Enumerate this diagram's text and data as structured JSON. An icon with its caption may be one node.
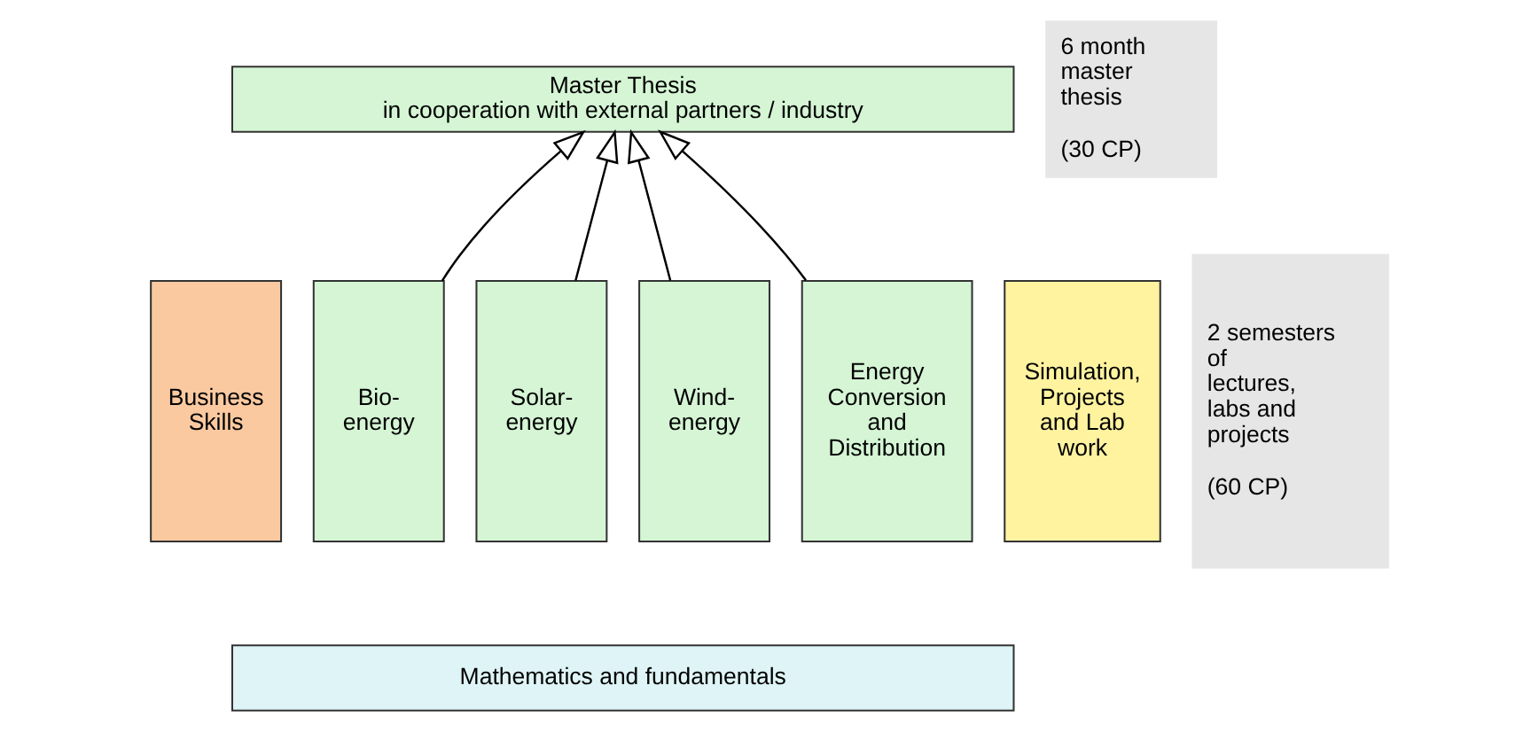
{
  "diagram": {
    "nodes": [
      {
        "text": [
          "Master Thesis",
          "in cooperation with external partners / industry"
        ]
      },
      {
        "text": [
          "Business Skills"
        ]
      },
      {
        "text": [
          "Bio-energy"
        ]
      },
      {
        "text": [
          "Solar-energy"
        ]
      },
      {
        "text": [
          "Wind-energy"
        ]
      },
      {
        "text": [
          "Energy Conversion and Distribution"
        ]
      },
      {
        "text": [
          "Simulation, Projects and Lab work"
        ]
      },
      {
        "text": [
          "Mathematics and fundamentals"
        ]
      },
      {
        "text": [
          "6 month master thesis",
          "(30 CP)"
        ]
      },
      {
        "text": [
          "2 semesters of lectures, labs and projects",
          "(60 CP)"
        ]
      }
    ],
    "edges": [
      {
        "from": 2,
        "to": 0,
        "arrow": "to"
      },
      {
        "from": 3,
        "to": 0,
        "arrow": "to"
      },
      {
        "from": 4,
        "to": 0,
        "arrow": "to"
      },
      {
        "from": 5,
        "to": 0,
        "arrow": "to"
      }
    ]
  }
}
